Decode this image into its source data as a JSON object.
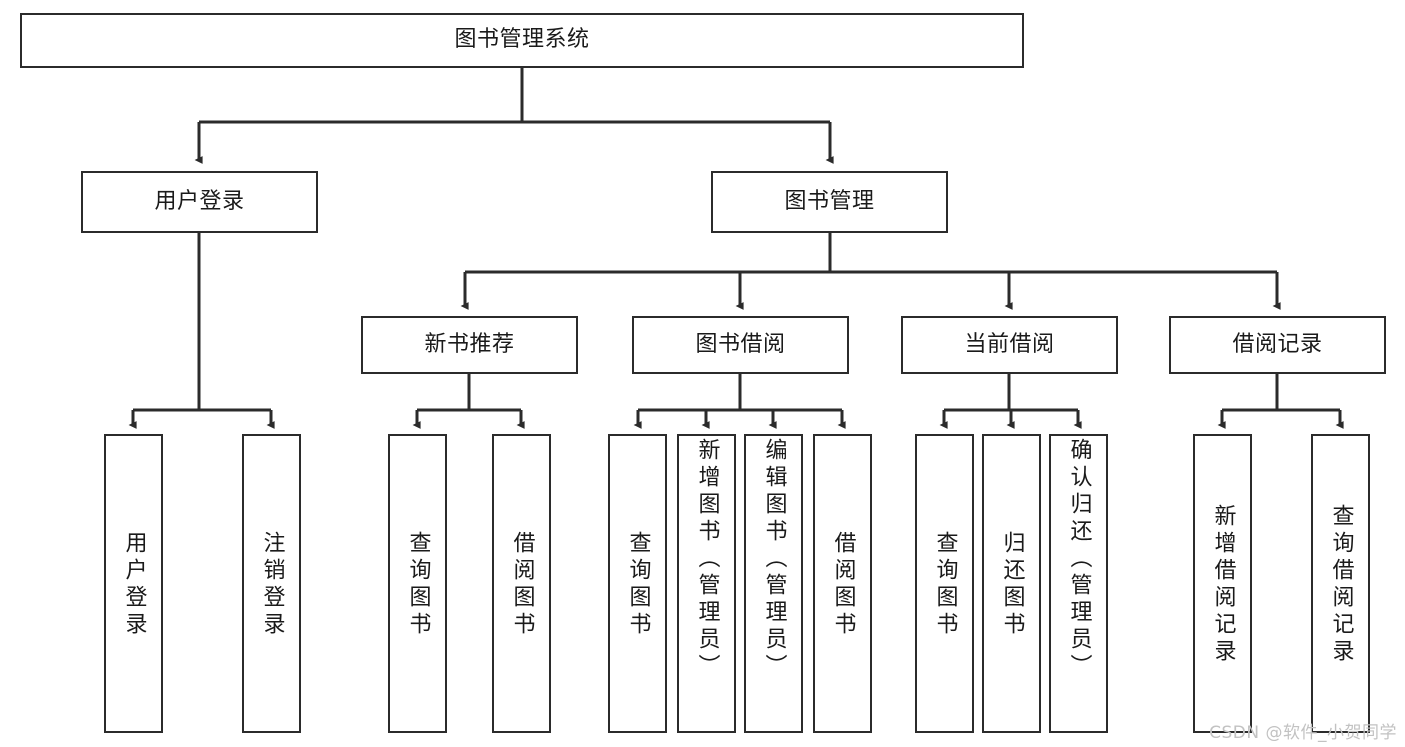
{
  "diagram": {
    "title": "图书管理系统",
    "type": "tree",
    "watermark": "CSDN @软件_小贺同学",
    "colors": {
      "stroke": "#2b2b2b",
      "fill": "#ffffff",
      "text": "#1a1a1a",
      "watermark": "#c2c2c2"
    },
    "root": {
      "label": "图书管理系统"
    },
    "level2": [
      {
        "label": "用户登录"
      },
      {
        "label": "图书管理"
      }
    ],
    "level3": [
      {
        "label": "新书推荐"
      },
      {
        "label": "图书借阅"
      },
      {
        "label": "当前借阅"
      },
      {
        "label": "借阅记录"
      }
    ],
    "leaves": {
      "user_login": [
        {
          "label": "用户登录"
        },
        {
          "label": "注销登录"
        }
      ],
      "new_book_recommend": [
        {
          "label": "查询图书"
        },
        {
          "label": "借阅图书"
        }
      ],
      "book_borrow": [
        {
          "label": "查询图书"
        },
        {
          "label": "新增图书（管理员）"
        },
        {
          "label": "编辑图书（管理员）"
        },
        {
          "label": "借阅图书"
        }
      ],
      "current_borrow": [
        {
          "label": "查询图书"
        },
        {
          "label": "归还图书"
        },
        {
          "label": "确认归还（管理员）"
        }
      ],
      "borrow_record": [
        {
          "label": "新增借阅记录"
        },
        {
          "label": "查询借阅记录"
        }
      ]
    }
  }
}
